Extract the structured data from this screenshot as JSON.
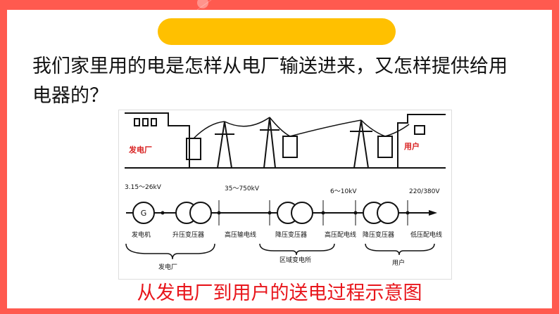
{
  "question": {
    "text": "我们家里用的电是怎样从电厂输送进来，又怎样提供给用电器的？"
  },
  "diagram": {
    "top_labels": {
      "plant": "发电厂",
      "user": "用户"
    },
    "voltages": [
      "3.15～26kV",
      "35～750kV",
      "6～10kV",
      "220/380V"
    ],
    "generator_symbol": "G",
    "components": [
      "发电机",
      "升压变压器",
      "高压输电线",
      "降压变压器",
      "高压配电线",
      "降压变压器",
      "低压配电线"
    ],
    "groups": [
      "发电厂",
      "区域变电所",
      "用户"
    ]
  },
  "caption": "从发电厂到用户的送电过程示意图",
  "colors": {
    "frame": "#ff5a4f",
    "title_bar": "#ffc000",
    "caption": "#e8151b",
    "diagram_red": "#d81e1e"
  }
}
